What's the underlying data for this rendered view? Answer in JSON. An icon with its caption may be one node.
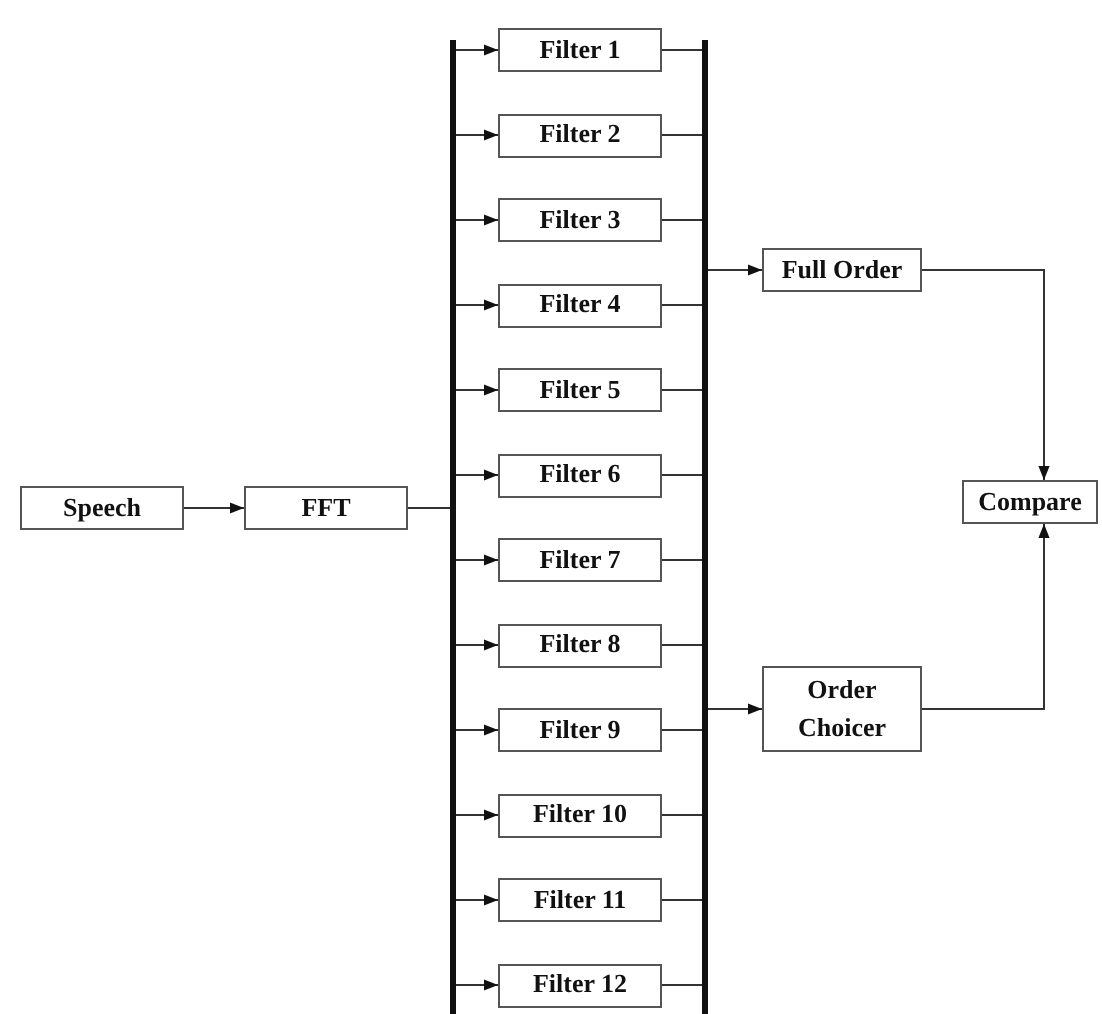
{
  "diagram": {
    "nodes": [
      {
        "text": [
          "Speech"
        ]
      },
      {
        "text": [
          "FFT"
        ]
      },
      {
        "text": [],
        "shape": "bar"
      },
      {
        "text": [
          "Filter 1"
        ]
      },
      {
        "text": [
          "Filter 2"
        ]
      },
      {
        "text": [
          "Filter 3"
        ]
      },
      {
        "text": [
          "Filter 4"
        ]
      },
      {
        "text": [
          "Filter 5"
        ]
      },
      {
        "text": [
          "Filter 6"
        ]
      },
      {
        "text": [
          "Filter 7"
        ]
      },
      {
        "text": [
          "Filter 8"
        ]
      },
      {
        "text": [
          "Filter 9"
        ]
      },
      {
        "text": [
          "Filter 10"
        ]
      },
      {
        "text": [
          "Filter 11"
        ]
      },
      {
        "text": [
          "Filter 12"
        ]
      },
      {
        "text": [],
        "shape": "bar"
      },
      {
        "text": [
          "Full Order"
        ]
      },
      {
        "text": [
          "Order Choicer"
        ]
      },
      {
        "text": [
          "Compare"
        ]
      }
    ],
    "edges": [
      {
        "from": 0,
        "to": 1,
        "arrow": "to"
      },
      {
        "from": 1,
        "to": 2,
        "arrow": "none"
      },
      {
        "from": 2,
        "to": 3,
        "arrow": "to"
      },
      {
        "from": 2,
        "to": 4,
        "arrow": "to"
      },
      {
        "from": 2,
        "to": 5,
        "arrow": "to"
      },
      {
        "from": 2,
        "to": 6,
        "arrow": "to"
      },
      {
        "from": 2,
        "to": 7,
        "arrow": "to"
      },
      {
        "from": 2,
        "to": 8,
        "arrow": "to"
      },
      {
        "from": 2,
        "to": 9,
        "arrow": "to"
      },
      {
        "from": 2,
        "to": 10,
        "arrow": "to"
      },
      {
        "from": 2,
        "to": 11,
        "arrow": "to"
      },
      {
        "from": 2,
        "to": 12,
        "arrow": "to"
      },
      {
        "from": 2,
        "to": 13,
        "arrow": "to"
      },
      {
        "from": 2,
        "to": 14,
        "arrow": "to"
      },
      {
        "from": 3,
        "to": 15,
        "arrow": "none"
      },
      {
        "from": 4,
        "to": 15,
        "arrow": "none"
      },
      {
        "from": 5,
        "to": 15,
        "arrow": "none"
      },
      {
        "from": 6,
        "to": 15,
        "arrow": "none"
      },
      {
        "from": 7,
        "to": 15,
        "arrow": "none"
      },
      {
        "from": 8,
        "to": 15,
        "arrow": "none"
      },
      {
        "from": 9,
        "to": 15,
        "arrow": "none"
      },
      {
        "from": 10,
        "to": 15,
        "arrow": "none"
      },
      {
        "from": 11,
        "to": 15,
        "arrow": "none"
      },
      {
        "from": 12,
        "to": 15,
        "arrow": "none"
      },
      {
        "from": 13,
        "to": 15,
        "arrow": "none"
      },
      {
        "from": 14,
        "to": 15,
        "arrow": "none"
      },
      {
        "from": 15,
        "to": 16,
        "arrow": "to"
      },
      {
        "from": 15,
        "to": 17,
        "arrow": "to"
      },
      {
        "from": 16,
        "to": 18,
        "arrow": "to"
      },
      {
        "from": 17,
        "to": 18,
        "arrow": "to"
      }
    ]
  }
}
